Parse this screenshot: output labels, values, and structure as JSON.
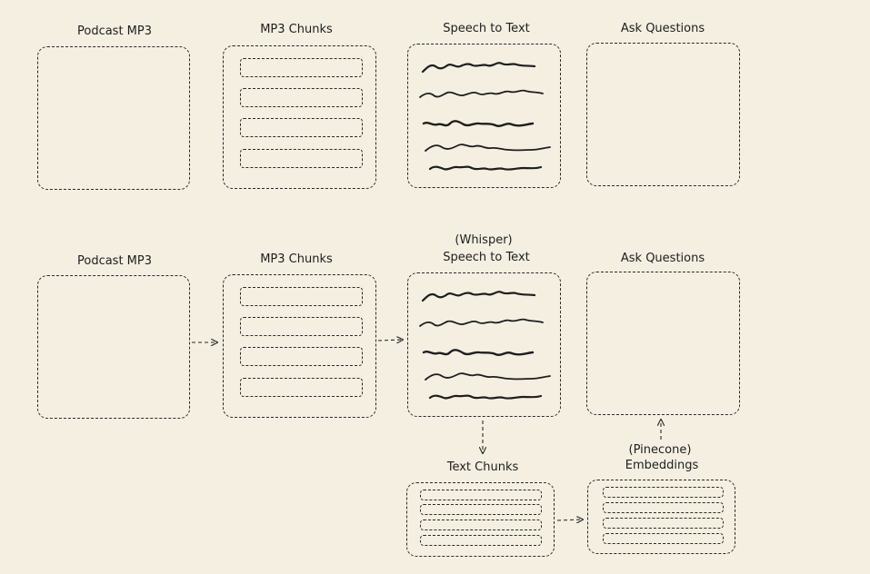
{
  "row1": {
    "podcast_label": "Podcast MP3",
    "chunks_label": "MP3 Chunks",
    "speech_label": "Speech to Text",
    "ask_label": "Ask Questions"
  },
  "row2": {
    "podcast_label": "Podcast MP3",
    "chunks_label": "MP3 Chunks",
    "whisper_label": "(Whisper)",
    "speech_label": "Speech to Text",
    "ask_label": "Ask Questions",
    "text_chunks_label": "Text Chunks",
    "pinecone_label": "(Pinecone)",
    "embeddings_label": "Embeddings"
  },
  "colors": {
    "background": "#f4efe1",
    "stroke": "#2a2a2a"
  }
}
